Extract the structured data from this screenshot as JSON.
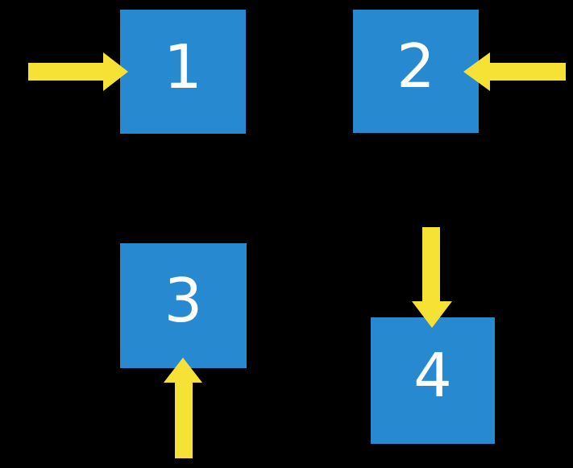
{
  "diagram": {
    "background": "#000000",
    "box_fill": "#2789CF",
    "label_color": "#FFFFFF",
    "arrow_color": "#F5E234",
    "boxes": [
      {
        "label": "1",
        "arrow_direction": "right"
      },
      {
        "label": "2",
        "arrow_direction": "left"
      },
      {
        "label": "3",
        "arrow_direction": "up"
      },
      {
        "label": "4",
        "arrow_direction": "down"
      }
    ]
  }
}
